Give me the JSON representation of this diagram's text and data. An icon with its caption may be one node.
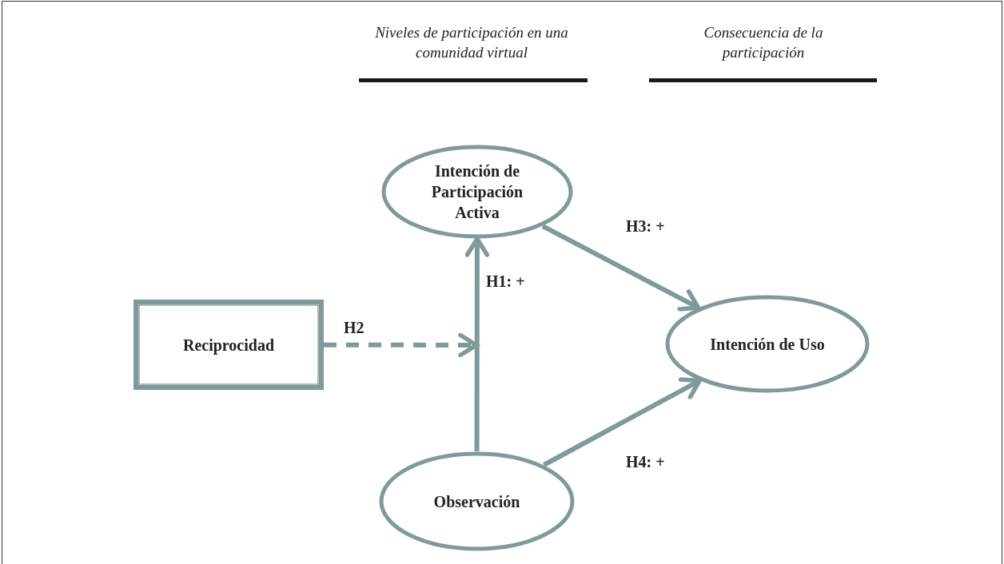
{
  "diagram": {
    "nodes": [
      {
        "text": [
          "Reciprocidad"
        ]
      },
      {
        "text": [
          "Intención de Participación Activa"
        ]
      },
      {
        "text": [
          "Intención de Uso"
        ]
      },
      {
        "text": [
          "Observación"
        ]
      }
    ],
    "edges": [
      {
        "from": 3,
        "to": 1,
        "arrow": "to",
        "label": "H1: +"
      },
      {
        "from": 0,
        "to": null,
        "arrow": "to",
        "label": "H2",
        "style": "dashed"
      },
      {
        "from": 1,
        "to": 2,
        "arrow": "to",
        "label": "H3: +"
      },
      {
        "from": 3,
        "to": 2,
        "arrow": "to",
        "label": "H4: +"
      }
    ],
    "labels": [
      "Niveles de participación en una comunidad virtual",
      "Consecuencia de la participación"
    ]
  }
}
